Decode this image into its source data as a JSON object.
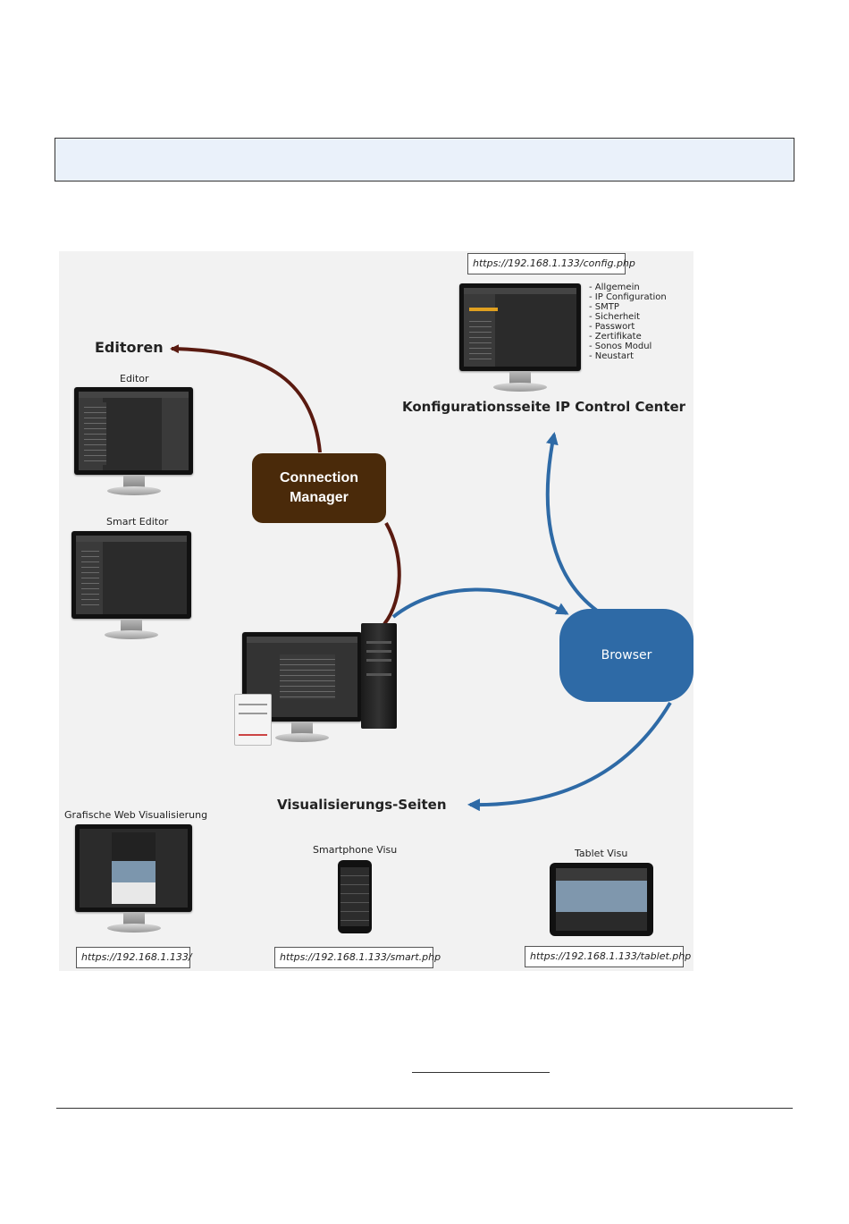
{
  "header": {
    "title": ""
  },
  "diagram": {
    "config_url": "https://192.168.1.133/config.php",
    "config_items": [
      "- Allgemein",
      "- IP Configuration",
      "- SMTP",
      "- Sicherheit",
      "- Passwort",
      "- Zertifikate",
      "- Sonos Modul",
      "- Neustart"
    ],
    "config_title": "Konfigurationsseite IP Control Center",
    "editors_title": "Editoren",
    "editor_label": "Editor",
    "smart_editor_label": "Smart Editor",
    "connection_manager": [
      "Connection",
      "Manager"
    ],
    "browser_label": "Browser",
    "visu_title": "Visualisierungs-Seiten",
    "web_visu_label": "Grafische Web Visualisierung",
    "smartphone_label": "Smartphone Visu",
    "tablet_label": "Tablet Visu",
    "web_visu_url": "https://192.168.1.133/",
    "smartphone_url": "https://192.168.1.133/smart.php",
    "tablet_url": "https://192.168.1.133/tablet.php",
    "colors": {
      "connection_manager": "#4a2a0a",
      "connection_arrow": "#5a1a10",
      "browser": "#2e6aa6",
      "browser_arrow": "#2e6aa6"
    }
  }
}
